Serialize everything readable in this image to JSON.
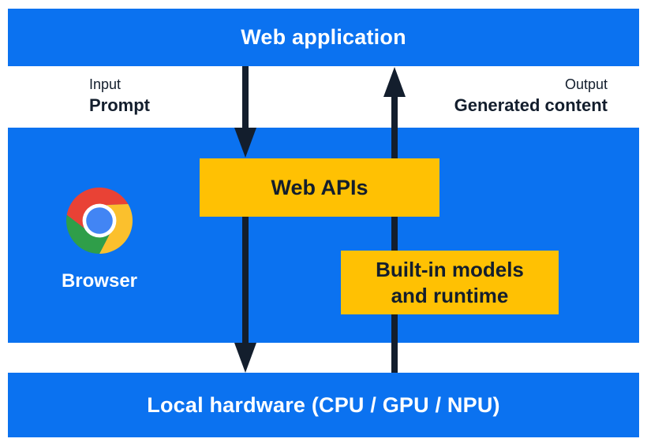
{
  "title_bar": {
    "label": "Web application"
  },
  "io": {
    "input_kicker": "Input",
    "input_value": "Prompt",
    "output_kicker": "Output",
    "output_value": "Generated content"
  },
  "browser_layer": {
    "browser_label": "Browser",
    "web_apis_label": "Web APIs",
    "builtin_line1": "Built-in models",
    "builtin_line2": "and runtime"
  },
  "hardware_bar": {
    "label": "Local hardware (CPU / GPU / NPU)"
  },
  "icons": {
    "browser": "chrome-browser-icon"
  },
  "colors": {
    "layer_blue": "#0B72F0",
    "accent_yellow": "#FFC103",
    "ink_navy": "#131E2D",
    "chrome_red": "#E94235",
    "chrome_yellow": "#FBC02D",
    "chrome_green": "#2F9E49",
    "chrome_blue": "#4285F4"
  }
}
